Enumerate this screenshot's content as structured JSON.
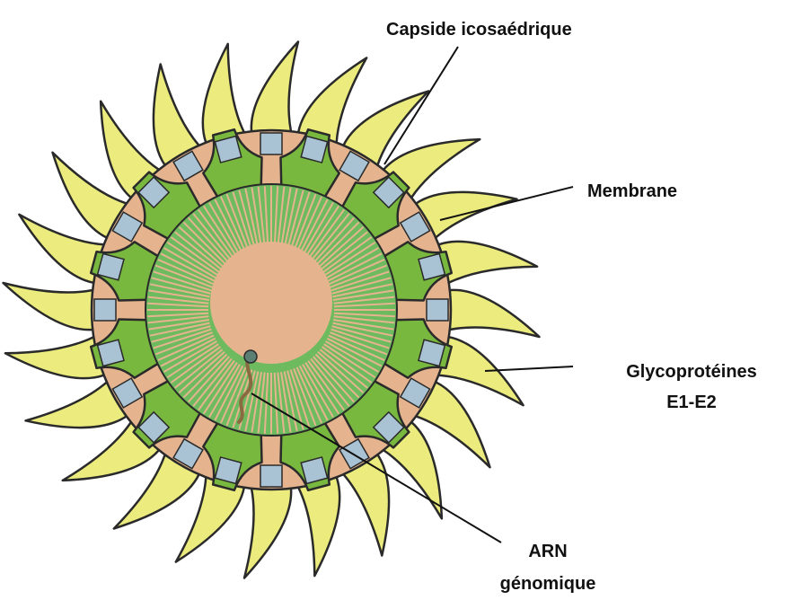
{
  "labels": {
    "capside": "Capside icosaédrique",
    "membrane": "Membrane",
    "glyco_line1": "Glycoprotéines",
    "glyco_line2": "E1-E2",
    "arn_line1": "ARN",
    "arn_line2": "génomique"
  },
  "colors": {
    "glycoprotein": "#ecec7e",
    "membrane_green": "#79b83e",
    "capsid_green": "#6dbb5e",
    "peach": "#e5b48f",
    "protein_box": "#a9c3d4",
    "outline": "#2a2a2a"
  },
  "counts": {
    "glycoprotein_spikes": 24,
    "membrane_wedges": 12,
    "radial_lines": 120
  }
}
